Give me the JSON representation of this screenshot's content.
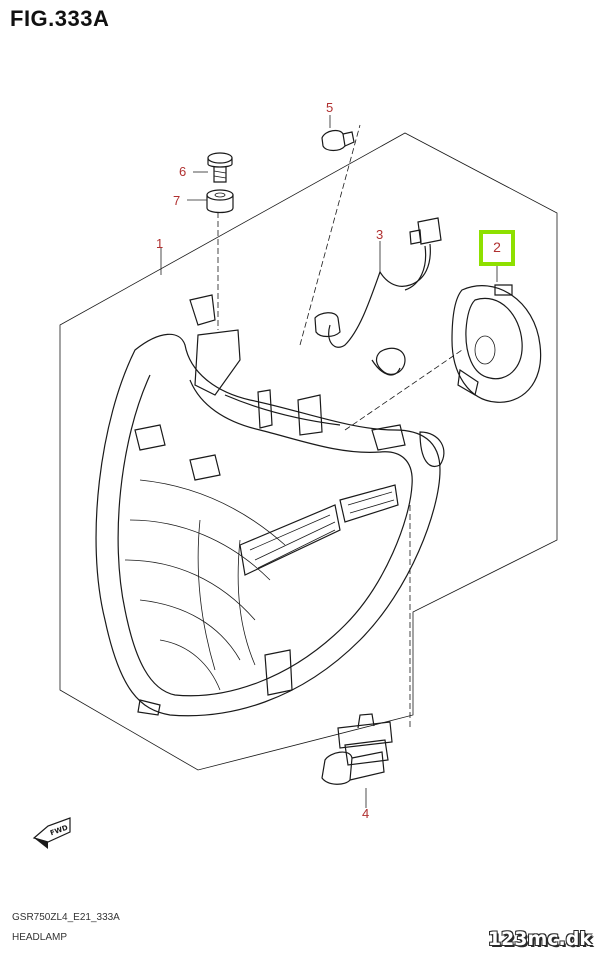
{
  "figure": {
    "title": "FIG.333A",
    "model_code": "GSR750ZL4_E21_333A",
    "assembly_name": "HEADLAMP",
    "watermark": "123mc.dk",
    "fwd_label": "FWD"
  },
  "parts": [
    {
      "callout": "1",
      "icon": "headlamp-housing-icon"
    },
    {
      "callout": "2",
      "icon": "socket-cover-icon",
      "highlighted": true
    },
    {
      "callout": "3",
      "icon": "wiring-harness-icon"
    },
    {
      "callout": "4",
      "icon": "headlamp-bulb-icon"
    },
    {
      "callout": "5",
      "icon": "position-bulb-icon"
    },
    {
      "callout": "6",
      "icon": "screw-icon"
    },
    {
      "callout": "7",
      "icon": "grommet-icon"
    }
  ],
  "colors": {
    "highlight": "#8ee000",
    "callout_text": "#b03030",
    "line": "#1a1a1a"
  }
}
